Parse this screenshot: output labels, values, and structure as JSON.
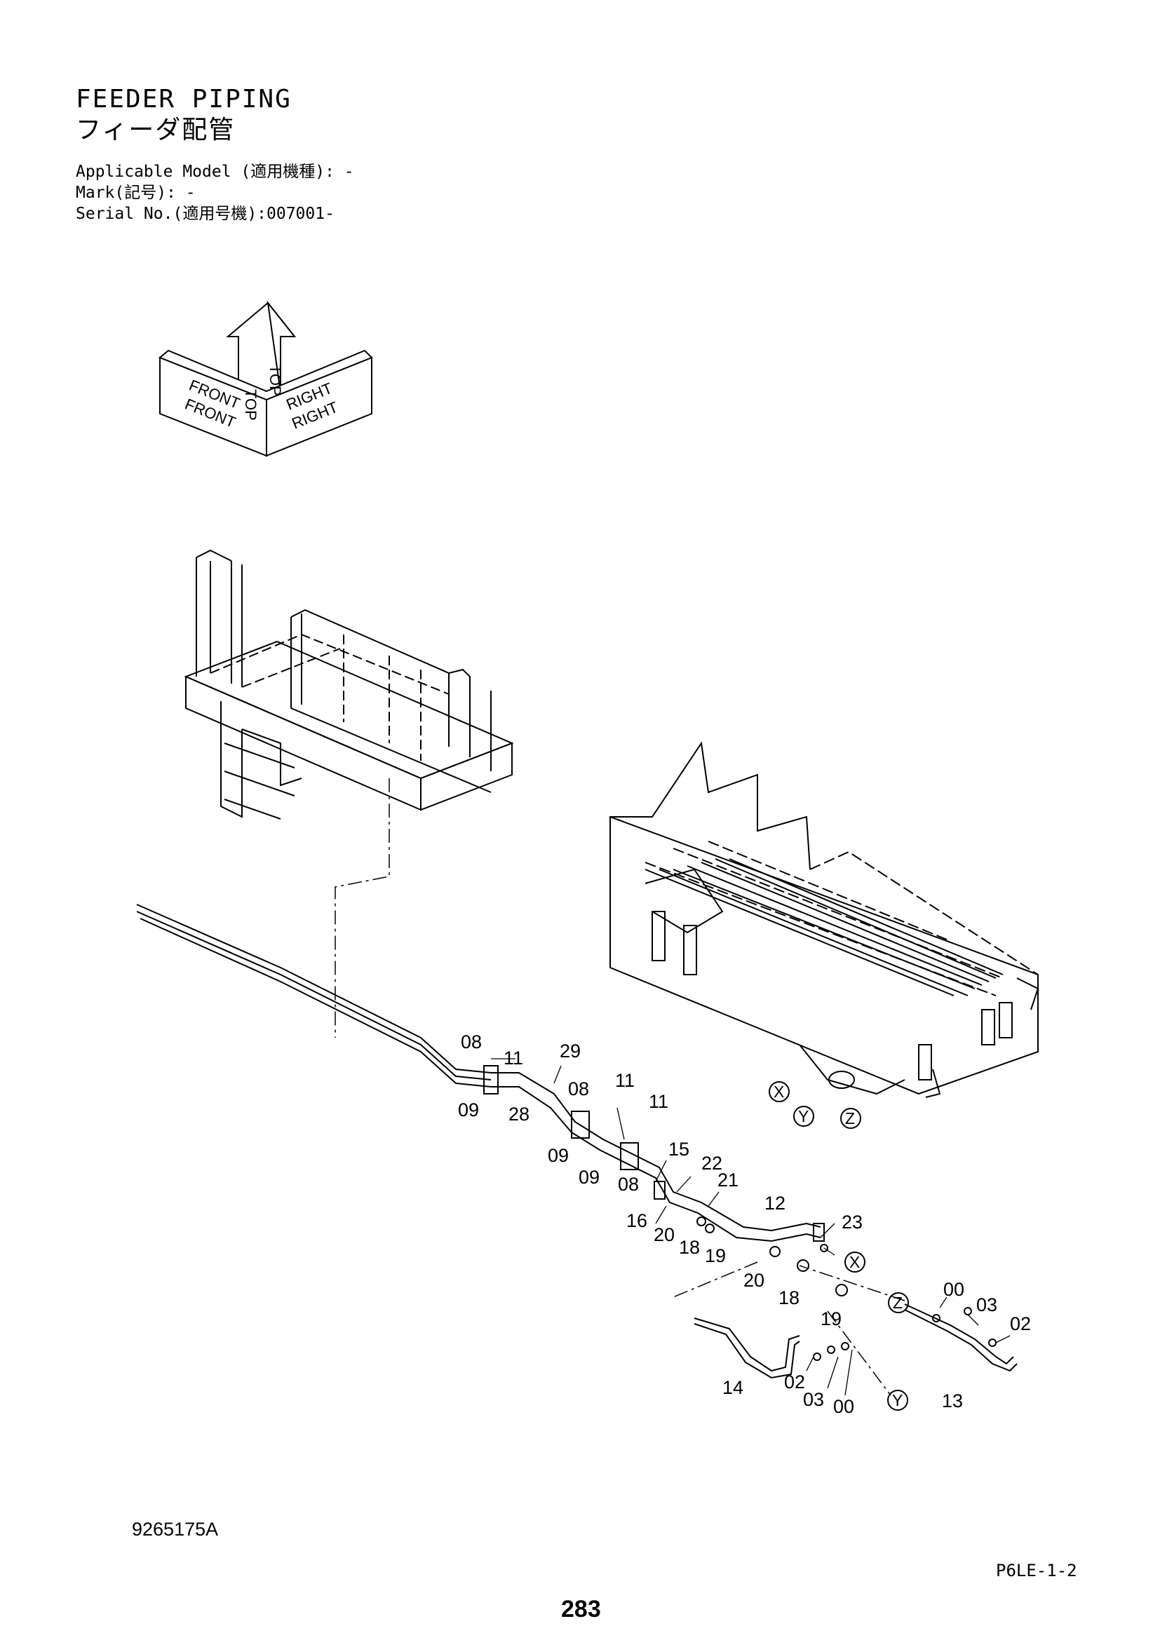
{
  "header": {
    "title_en": "FEEDER PIPING",
    "title_ja": "フィーダ配管",
    "applicable_model": "Applicable Model (適用機種): -",
    "mark": "Mark(記号): -",
    "serial_no": "Serial No.(適用号機):007001-"
  },
  "orientation": {
    "top_front": "TOP",
    "top_right": "TOP",
    "front_upper": "FRONT",
    "front_lower": "FRONT",
    "right_upper": "RIGHT",
    "right_lower": "RIGHT"
  },
  "callouts": [
    "08",
    "11",
    "29",
    "09",
    "28",
    "08",
    "11",
    "11",
    "09",
    "09",
    "15",
    "08",
    "22",
    "21",
    "12",
    "16",
    "20",
    "18",
    "19",
    "23",
    "20",
    "18",
    "19",
    "00",
    "03",
    "02",
    "14",
    "02",
    "03",
    "00",
    "13"
  ],
  "view_markers": [
    "X",
    "Y",
    "Z",
    "X",
    "Z",
    "Y"
  ],
  "footer": {
    "drawing_number": "9265175A",
    "section_code": "P6LE-1-2",
    "page_number": "283"
  }
}
